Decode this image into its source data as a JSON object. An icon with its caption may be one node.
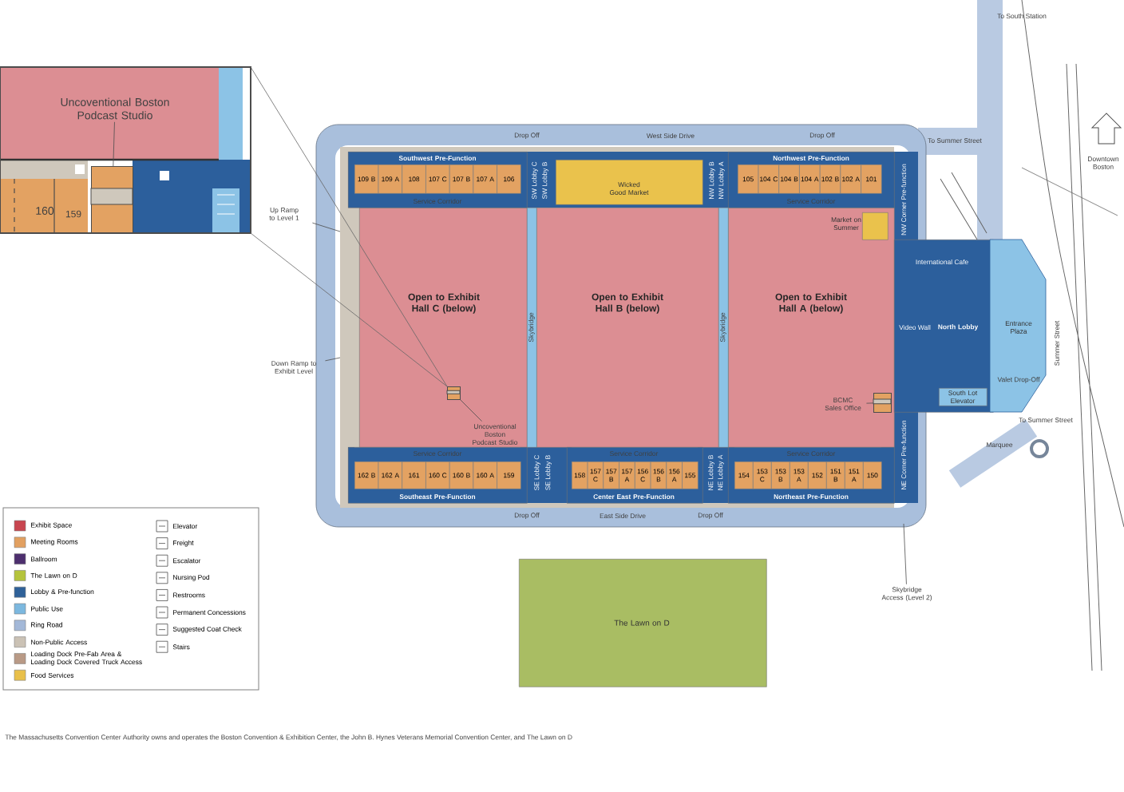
{
  "diagram": {
    "nodes": [
      {
        "text": [
          "Open to Exhibit Hall C (below)"
        ]
      },
      {
        "text": [
          "Open to Exhibit Hall B (below)"
        ]
      },
      {
        "text": [
          "Open to Exhibit Hall A (below)"
        ]
      },
      {
        "text": [
          "Southwest Pre-Function"
        ]
      },
      {
        "text": [
          "109 B"
        ],
        "in": 3
      },
      {
        "text": [
          "109 A"
        ],
        "in": 3
      },
      {
        "text": [
          "108"
        ],
        "in": 3
      },
      {
        "text": [
          "107 C"
        ],
        "in": 3
      },
      {
        "text": [
          "107 B"
        ],
        "in": 3
      },
      {
        "text": [
          "107 A"
        ],
        "in": 3
      },
      {
        "text": [
          "106"
        ],
        "in": 3
      },
      {
        "text": [
          "Wicked Good Market"
        ]
      },
      {
        "text": [
          "Northwest Pre-Function"
        ]
      },
      {
        "text": [
          "105"
        ],
        "in": 12
      },
      {
        "text": [
          "104 C"
        ],
        "in": 12
      },
      {
        "text": [
          "104 B"
        ],
        "in": 12
      },
      {
        "text": [
          "104 A"
        ],
        "in": 12
      },
      {
        "text": [
          "102 B"
        ],
        "in": 12
      },
      {
        "text": [
          "102 A"
        ],
        "in": 12
      },
      {
        "text": [
          "101"
        ],
        "in": 12
      },
      {
        "text": [
          "Market on Summer"
        ],
        "in": 2
      },
      {
        "text": [
          "North Lobby"
        ]
      },
      {
        "text": [
          "Entrance Plaza"
        ]
      },
      {
        "text": [
          "South Lot Elevator"
        ],
        "in": 21
      },
      {
        "text": [
          "Southeast Pre-Function"
        ]
      },
      {
        "text": [
          "162 B"
        ],
        "in": 24
      },
      {
        "text": [
          "162 A"
        ],
        "in": 24
      },
      {
        "text": [
          "161"
        ],
        "in": 24
      },
      {
        "text": [
          "160 C"
        ],
        "in": 24
      },
      {
        "text": [
          "160 B"
        ],
        "in": 24
      },
      {
        "text": [
          "160 A"
        ],
        "in": 24
      },
      {
        "text": [
          "159"
        ],
        "in": 24
      },
      {
        "text": [
          "Center East Pre-Function"
        ]
      },
      {
        "text": [
          "158"
        ],
        "in": 32
      },
      {
        "text": [
          "157 C"
        ],
        "in": 32
      },
      {
        "text": [
          "157 B"
        ],
        "in": 32
      },
      {
        "text": [
          "157 A"
        ],
        "in": 32
      },
      {
        "text": [
          "156 C"
        ],
        "in": 32
      },
      {
        "text": [
          "156 B"
        ],
        "in": 32
      },
      {
        "text": [
          "156 A"
        ],
        "in": 32
      },
      {
        "text": [
          "155"
        ],
        "in": 32
      },
      {
        "text": [
          "Northeast Pre-Function"
        ]
      },
      {
        "text": [
          "154"
        ],
        "in": 41
      },
      {
        "text": [
          "153 C"
        ],
        "in": 41
      },
      {
        "text": [
          "153 B"
        ],
        "in": 41
      },
      {
        "text": [
          "153 A"
        ],
        "in": 41
      },
      {
        "text": [
          "152"
        ],
        "in": 41
      },
      {
        "text": [
          "151 B"
        ],
        "in": 41
      },
      {
        "text": [
          "151 A"
        ],
        "in": 41
      },
      {
        "text": [
          "150"
        ],
        "in": 41
      },
      {
        "text": [
          "The Lawn on D"
        ]
      },
      {
        "text": [
          "Up Ramp to Level 1"
        ]
      },
      {
        "text": [
          "Down Ramp to Exhibit Level"
        ]
      },
      {
        "text": [
          "BCMC Sales Office"
        ],
        "in": 2
      },
      {
        "text": [
          "Uncoventional Boston Podcast Studio"
        ],
        "in": 0
      },
      {
        "text": [
          "Uncoventional Boston Podcast Studio"
        ]
      },
      {
        "text": [],
        "shape": "box"
      },
      {
        "text": [
          "Skybridge Access (Level 2)"
        ]
      },
      {
        "text": [],
        "shape": "box",
        "in": 2
      },
      {
        "text": [
          "Skybridge"
        ]
      },
      {
        "text": [
          "Skybridge"
        ]
      },
      {
        "text": [],
        "shape": "box",
        "in": 0
      }
    ],
    "edges": [
      {
        "from": 51,
        "to": null,
        "arrow": "none"
      },
      {
        "from": 52,
        "to": null,
        "arrow": "none"
      },
      {
        "from": 53,
        "to": 58,
        "arrow": "none"
      },
      {
        "from": 54,
        "to": 61,
        "arrow": "none"
      },
      {
        "from": 55,
        "to": 56,
        "arrow": "none"
      },
      {
        "from": 57,
        "to": null,
        "arrow": "none"
      }
    ],
    "labels": [
      "Drop Off",
      "West Side Drive",
      "Drop Off",
      "Service Corridor",
      "SW Lobby C",
      "SW Lobby B",
      "NW Lobby B",
      "NW Lobby A",
      "Service Corridor",
      "NW Corner Pre-function",
      "International Cafe",
      "Video Wall",
      "Valet Drop-Off",
      "Service Corridor",
      "SE Lobby C",
      "SE Lobby B",
      "Service Corridor",
      "NE Lobby B",
      "NE Lobby A",
      "Service Corridor",
      "NE Corner Pre-function",
      "Drop Off",
      "East Side Drive",
      "Drop Off",
      "To South Station",
      "Downtown Boston",
      "To Summer Street",
      "Summer Street",
      "To Summer Street",
      "Marquee",
      "160",
      "159",
      "The Massachusetts Convention Center Authority owns and operates the Boston Convention & Exhibition Center, the John B. Hynes Veterans Memorial Convention Center, and The Lawn on D"
    ],
    "legend": [
      {
        "text": "Exhibit Space",
        "color": "#c8454f"
      },
      {
        "text": "Meeting Rooms",
        "color": "#e2a060"
      },
      {
        "text": "Ballroom",
        "color": "#4d2f6e"
      },
      {
        "text": "The Lawn on D",
        "color": "#b5c43c"
      },
      {
        "text": "Lobby & Pre-function",
        "color": "#2f6199"
      },
      {
        "text": "Public Use",
        "color": "#7cb8df"
      },
      {
        "text": "Ring Road",
        "color": "#a3b8d8"
      },
      {
        "text": "Non-Public Access",
        "color": "#cbc2b5"
      },
      {
        "text": "Loading Dock Pre-Fab Area & Loading Dock Covered Truck Access",
        "color": "#b99a86"
      },
      {
        "text": "Food Services",
        "color": "#e9c04a"
      },
      {
        "text": "Elevator"
      },
      {
        "text": "Freight"
      },
      {
        "text": "Escalator"
      },
      {
        "text": "Nursing Pod"
      },
      {
        "text": "Restrooms"
      },
      {
        "text": "Permanent Concessions"
      },
      {
        "text": "Suggested Coat Check"
      },
      {
        "text": "Stairs"
      }
    ]
  }
}
